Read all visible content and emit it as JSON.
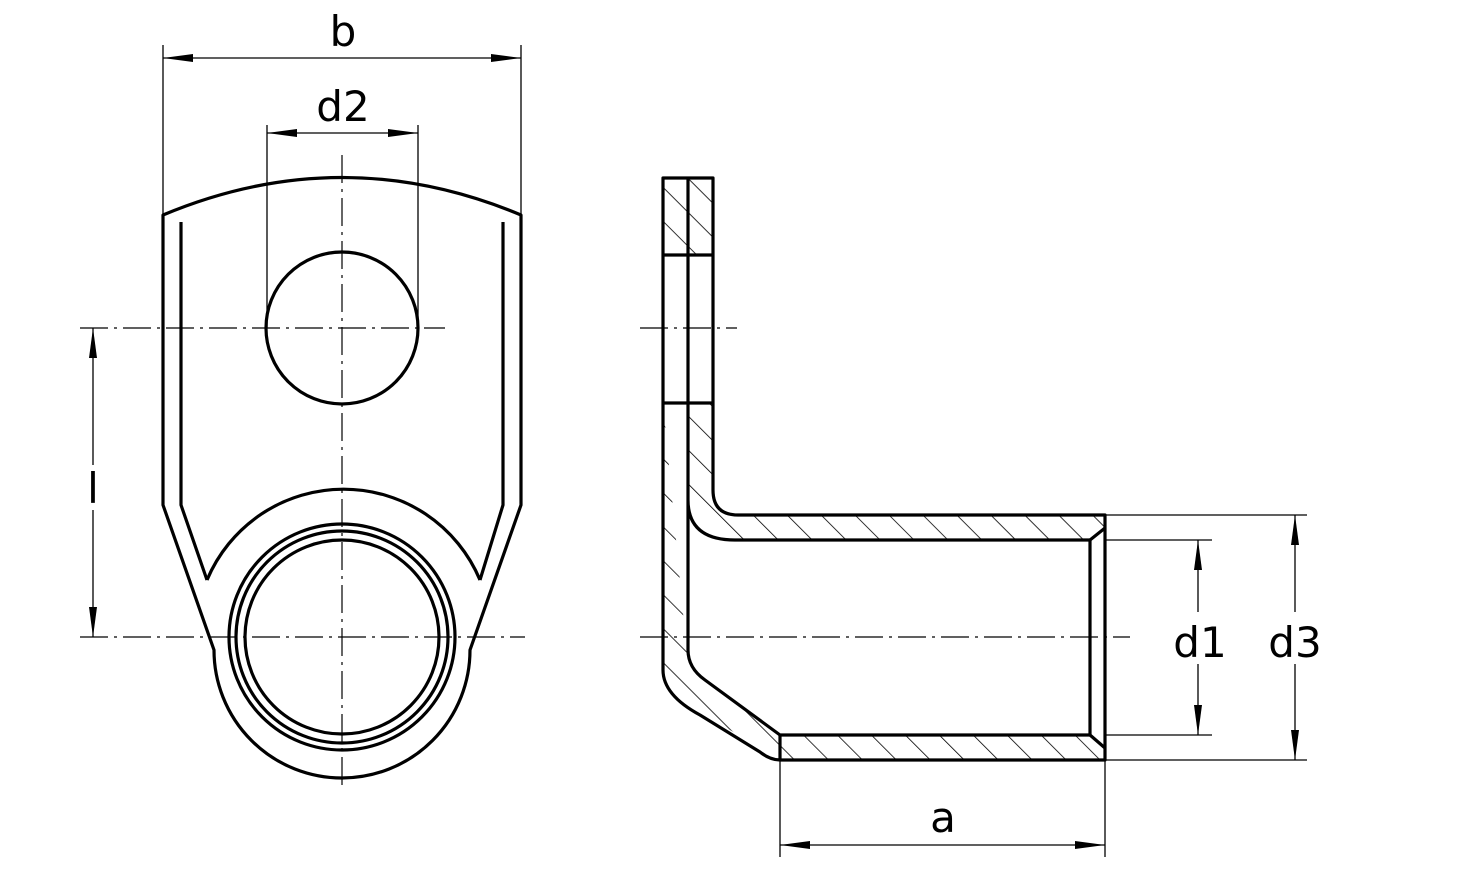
{
  "drawing": {
    "views": [
      "front-view",
      "section-view"
    ],
    "dimensions": {
      "b": "b",
      "d2": "d2",
      "l": "l",
      "d1": "d1",
      "d3": "d3",
      "a": "a"
    },
    "line_color": "#000000",
    "background": "#ffffff"
  }
}
